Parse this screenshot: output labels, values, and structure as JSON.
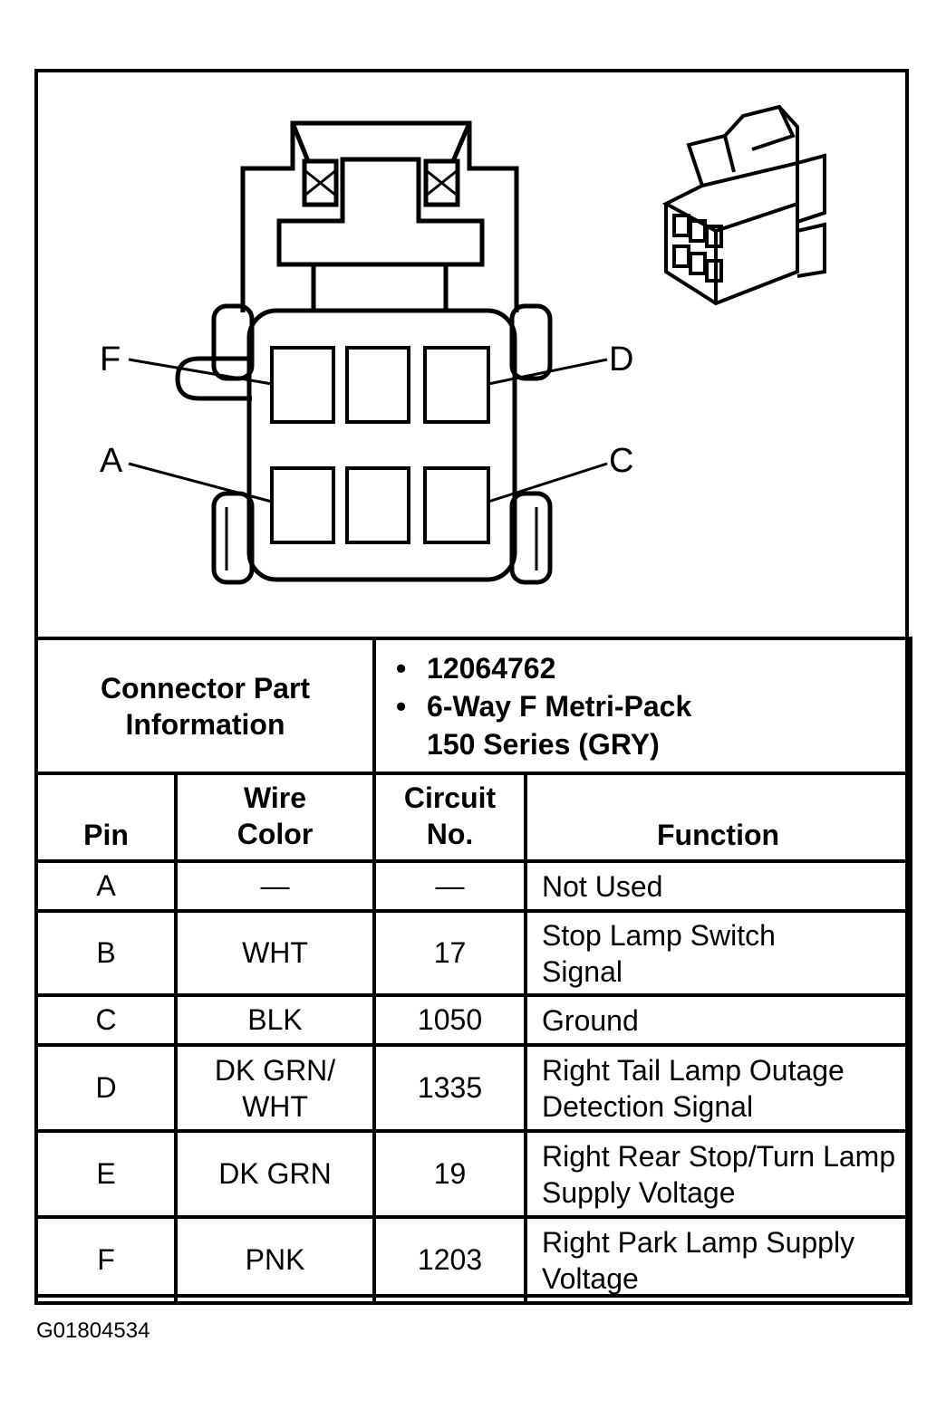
{
  "figure_id": "G01804534",
  "pin_labels": {
    "F": "F",
    "D": "D",
    "A": "A",
    "C": "C"
  },
  "part_info": {
    "label": "Connector Part Information",
    "line1": "12064762",
    "line2": "6-Way F Metri-Pack",
    "line3": "150 Series (GRY)"
  },
  "headers": {
    "pin": "Pin",
    "wire_color": "Wire Color",
    "circuit": "Circuit No.",
    "function": "Function"
  },
  "rows": [
    {
      "pin": "A",
      "wire_color": "—",
      "circuit": "—",
      "function": "Not Used"
    },
    {
      "pin": "B",
      "wire_color": "WHT",
      "circuit": "17",
      "function": "Stop Lamp Switch Signal"
    },
    {
      "pin": "C",
      "wire_color": "BLK",
      "circuit": "1050",
      "function": "Ground"
    },
    {
      "pin": "D",
      "wire_color": "DK GRN/ WHT",
      "circuit": "1335",
      "function": "Right Tail Lamp Outage Detection Signal"
    },
    {
      "pin": "E",
      "wire_color": "DK GRN",
      "circuit": "19",
      "function": "Right Rear Stop/Turn Lamp Supply Voltage"
    },
    {
      "pin": "F",
      "wire_color": "PNK",
      "circuit": "1203",
      "function": "Right Park Lamp Supply Voltage"
    }
  ]
}
